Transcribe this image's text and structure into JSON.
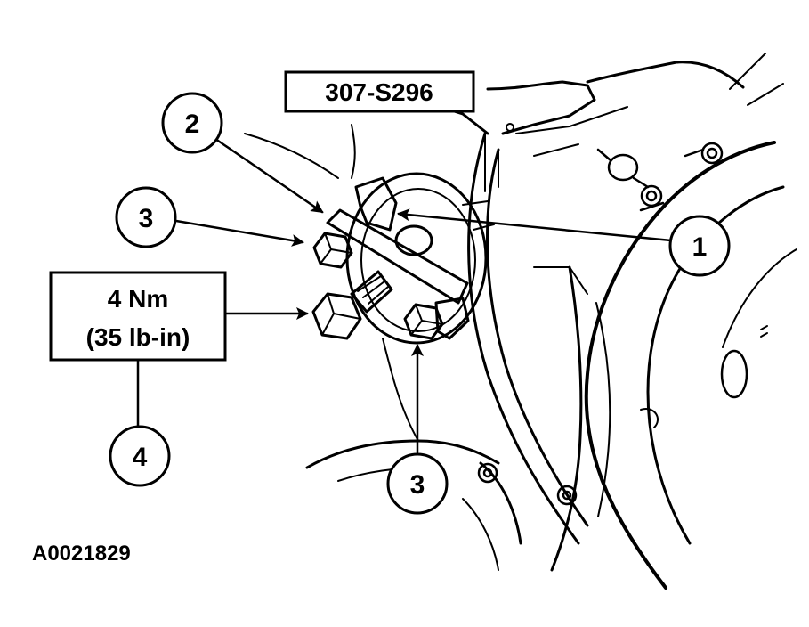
{
  "tool_label": "307-S296",
  "torque": {
    "line1": "4 Nm",
    "line2": "(35 lb-in)"
  },
  "callouts": {
    "c1": "1",
    "c2": "2",
    "c3_left": "3",
    "c3_bottom": "3",
    "c4": "4"
  },
  "figure_id": "A0021829"
}
